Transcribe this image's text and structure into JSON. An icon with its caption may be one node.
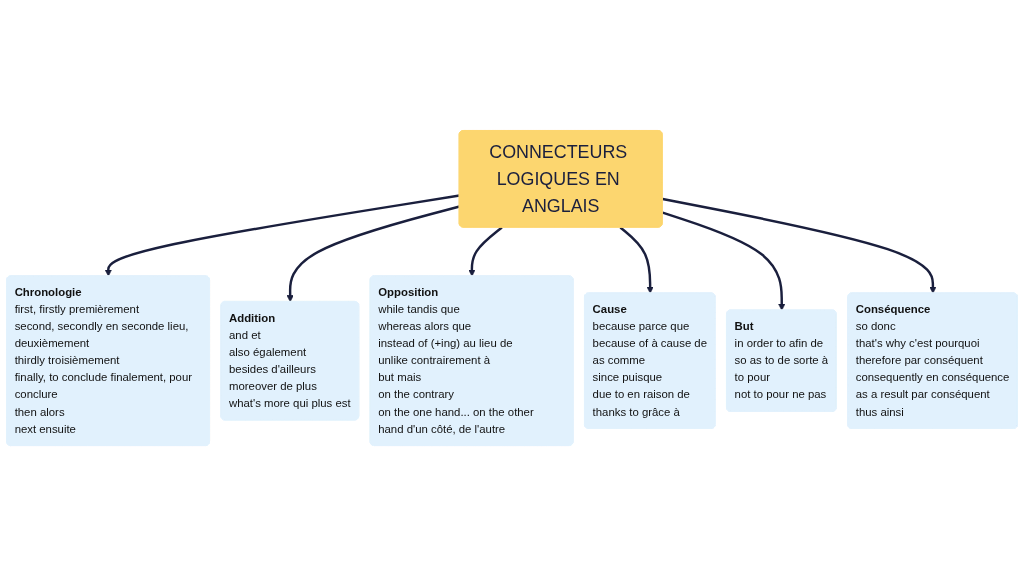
{
  "diagram": {
    "nodes": [
      {
        "text": [
          "CONNECTEURS LOGIQUES EN ANGLAIS"
        ]
      },
      {
        "text": [
          "Chronologie",
          "first, firstly premièrement",
          "second, secondly en seconde lieu, deuxièmement",
          "thirdly troisièmement",
          "finally, to conclude finalement, pour conclure",
          "then alors",
          "next ensuite"
        ]
      },
      {
        "text": [
          "Addition",
          "and et",
          "also également",
          "besides d'ailleurs",
          "moreover de plus",
          "what's more qui plus est"
        ]
      },
      {
        "text": [
          "Opposition",
          "while tandis que",
          "whereas alors que",
          "instead of (+ing) au lieu de",
          "unlike contrairement à",
          "but mais",
          "on the contrary",
          "on the one hand... on the other hand d'un côté, de l'autre"
        ]
      },
      {
        "text": [
          "Cause",
          "because parce que",
          "because of à cause de",
          "as comme",
          "since puisque",
          "due to en raison de",
          "thanks to grâce à"
        ]
      },
      {
        "text": [
          "But",
          "in order to afin de",
          "so as to de sorte à",
          "to pour",
          "not to pour ne pas"
        ]
      },
      {
        "text": [
          "Conséquence",
          "so donc",
          "that's why c'est pourquoi",
          "therefore par conséquent",
          "consequently en conséquence",
          "as a result par conséquent",
          "thus ainsi"
        ]
      }
    ],
    "edges": [
      {
        "from": 0,
        "to": 1,
        "arrow": "to"
      },
      {
        "from": 0,
        "to": 2,
        "arrow": "to"
      },
      {
        "from": 0,
        "to": 3,
        "arrow": "to"
      },
      {
        "from": 0,
        "to": 4,
        "arrow": "to"
      },
      {
        "from": 0,
        "to": 5,
        "arrow": "to"
      },
      {
        "from": 0,
        "to": 6,
        "arrow": "to"
      }
    ]
  }
}
